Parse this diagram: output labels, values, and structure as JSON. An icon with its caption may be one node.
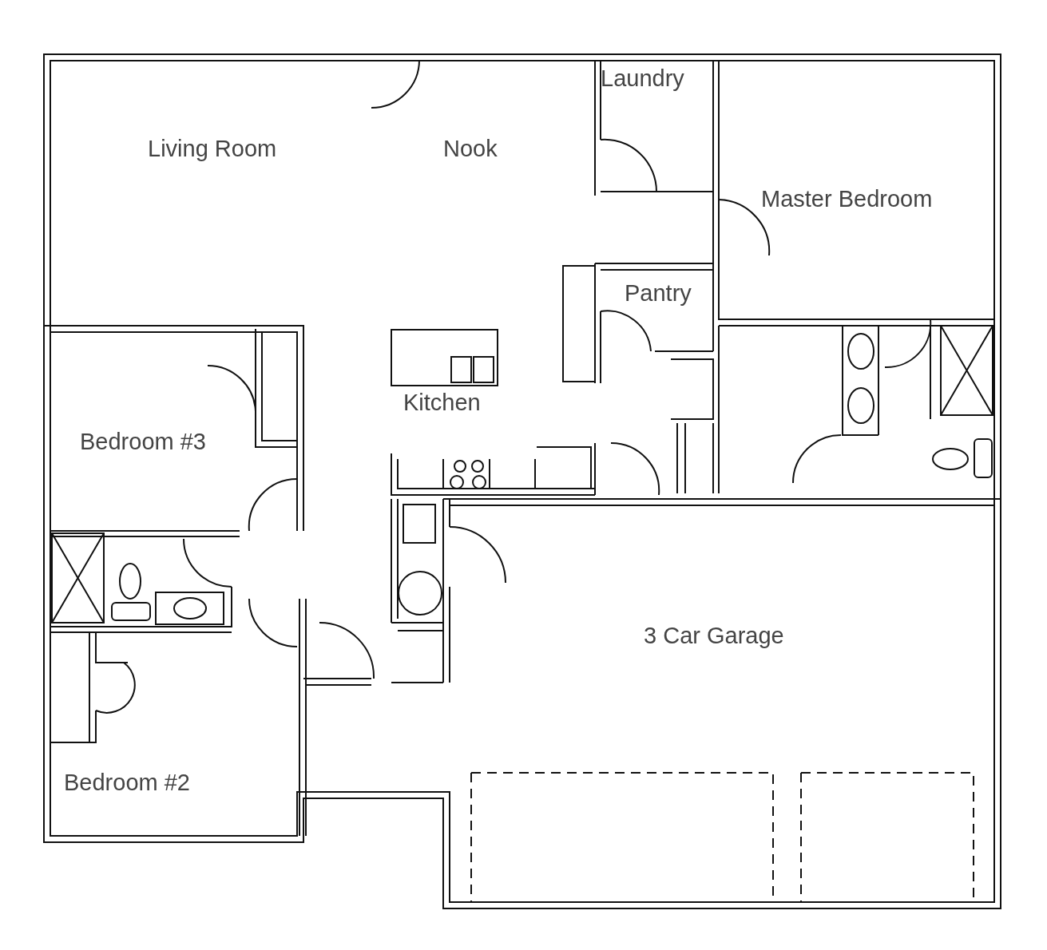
{
  "diagram": {
    "labels": [
      "Laundry",
      "Living Room",
      "Nook",
      "Master Bedroom",
      "Pantry",
      "Kitchen",
      "Bedroom #3",
      "3 Car Garage",
      "Bedroom #2"
    ]
  }
}
